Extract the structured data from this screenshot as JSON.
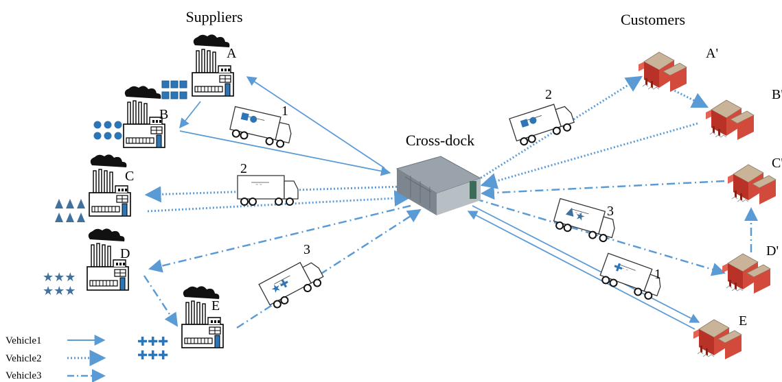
{
  "headers": {
    "suppliers": "Suppliers",
    "customers": "Customers",
    "crossdock": "Cross-dock"
  },
  "suppliers": [
    {
      "id": "A",
      "label": "A",
      "product_icon": "square-icon"
    },
    {
      "id": "B",
      "label": "B",
      "product_icon": "circle-icon"
    },
    {
      "id": "C",
      "label": "C",
      "product_icon": "triangle-icon"
    },
    {
      "id": "D",
      "label": "D",
      "product_icon": "star-icon"
    },
    {
      "id": "E",
      "label": "E",
      "product_icon": "cross-icon"
    }
  ],
  "customers": [
    {
      "id": "A'",
      "label": "A'"
    },
    {
      "id": "B'",
      "label": "B'"
    },
    {
      "id": "C'",
      "label": "C'"
    },
    {
      "id": "D'",
      "label": "D'"
    },
    {
      "id": "E'",
      "label": "E"
    }
  ],
  "truck_numbers": {
    "supplier_v1": "1",
    "supplier_v2": "2",
    "supplier_v3": "3",
    "customer_v1": "1",
    "customer_v2": "2",
    "customer_v3": "3"
  },
  "legend": [
    {
      "label": "Vehicle1",
      "style": "solid"
    },
    {
      "label": "Vehicle2",
      "style": "dotted"
    },
    {
      "label": "Vehicle3",
      "style": "dash-dot"
    }
  ],
  "colors": {
    "route": "#5B9BD5",
    "product": "#2E75B6",
    "warehouse_red": "#C0392B",
    "warehouse_roof": "#C9B49A"
  }
}
